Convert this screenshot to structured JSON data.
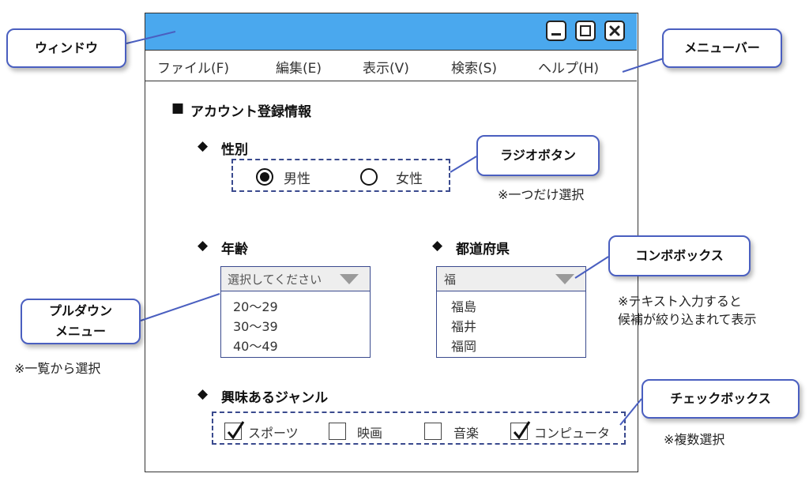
{
  "window": {
    "menu": [
      "ファイル(F)",
      "編集(E)",
      "表示(V)",
      "検索(S)",
      "ヘルプ(H)"
    ]
  },
  "form": {
    "section_title": "アカウント登録情報",
    "gender": {
      "label": "性別",
      "options": [
        "男性",
        "女性"
      ],
      "selected": "男性"
    },
    "age": {
      "label": "年齢",
      "placeholder": "選択してください",
      "options": [
        "20～29",
        "30～39",
        "40～49"
      ]
    },
    "prefecture": {
      "label": "都道府県",
      "input_value": "福",
      "options": [
        "福島",
        "福井",
        "福岡"
      ]
    },
    "genre": {
      "label": "興味あるジャンル",
      "options": [
        {
          "label": "スポーツ",
          "checked": true
        },
        {
          "label": "映画",
          "checked": false
        },
        {
          "label": "音楽",
          "checked": false
        },
        {
          "label": "コンピュータ",
          "checked": true
        }
      ]
    }
  },
  "callouts": {
    "window": "ウィンドウ",
    "menubar": "メニューバー",
    "radio": "ラジオボタン",
    "combo": "コンボボックス",
    "pulldown": "プルダウン\nメニュー",
    "checkbox": "チェックボックス"
  },
  "notes": {
    "radio": "※一つだけ選択",
    "combo": "※テキスト入力すると\n候補が絞り込まれて表示",
    "pulldown": "※一覧から選択",
    "checkbox": "※複数選択"
  },
  "colors": {
    "titlebar": "#4aa8ee",
    "callout_border": "#4a5fc0",
    "dashed_border": "#3a4a8e"
  },
  "icons": {
    "section_bullet": "■",
    "item_bullet": "◆",
    "minimize": "minimize-icon",
    "maximize": "maximize-icon",
    "close": "close-icon"
  }
}
